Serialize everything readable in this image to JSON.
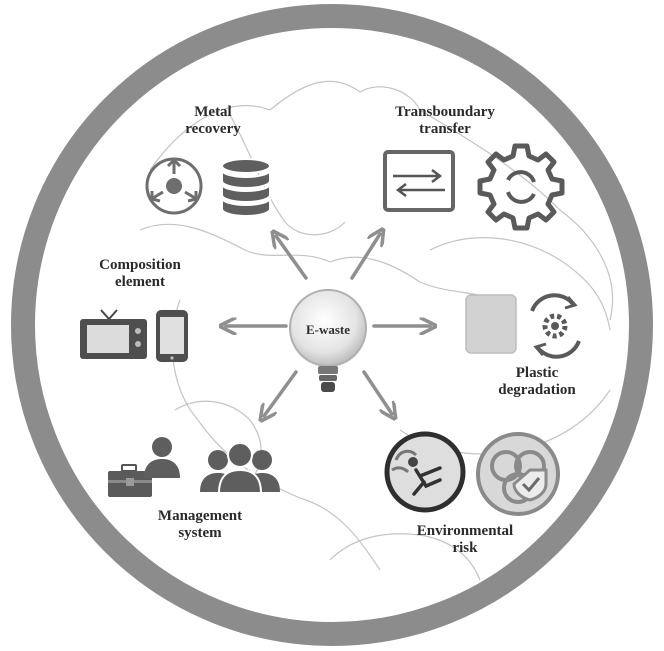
{
  "center": {
    "label": "E-waste",
    "icon": "lightbulb-icon"
  },
  "topics": [
    {
      "id": "metal-recovery",
      "lines": [
        "Metal",
        "recovery"
      ],
      "icons": [
        "recycle-arrows-icon",
        "database-stack-icon"
      ]
    },
    {
      "id": "transboundary-transfer",
      "lines": [
        "Transboundary",
        "transfer"
      ],
      "icons": [
        "transfer-arrows-icon",
        "gear-cycle-icon"
      ]
    },
    {
      "id": "composition-element",
      "lines": [
        "Composition",
        "element"
      ],
      "icons": [
        "television-icon",
        "smartphone-icon"
      ]
    },
    {
      "id": "plastic-degradation",
      "lines": [
        "Plastic",
        "degradation"
      ],
      "icons": [
        "plastic-block-icon",
        "gear-refresh-icon"
      ]
    },
    {
      "id": "management-system",
      "lines": [
        "Management",
        "system"
      ],
      "icons": [
        "briefcase-icon",
        "team-people-icon"
      ]
    },
    {
      "id": "environmental-risk",
      "lines": [
        "Environmental",
        "risk"
      ],
      "icons": [
        "toxic-fumes-icon",
        "biohazard-shield-icon"
      ]
    }
  ],
  "colors": {
    "ring": "#8c8c8c",
    "arrow": "#8f8f8f",
    "icon_dark": "#5a5a5a",
    "icon_mid": "#7a7a7a",
    "icon_light": "#d2d2d2",
    "text": "#2a2a2a"
  }
}
